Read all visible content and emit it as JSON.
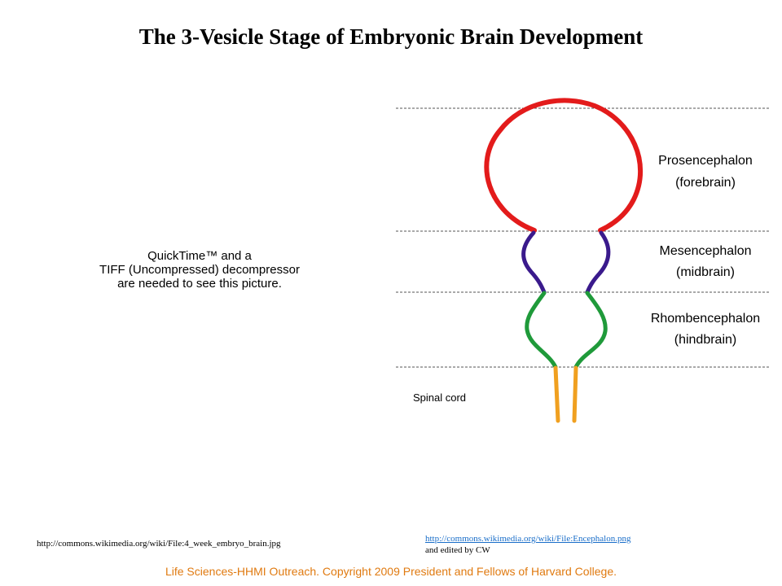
{
  "slide": {
    "title": "The 3-Vesicle Stage of Embryonic Brain Development",
    "placeholder_lines": [
      "QuickTime™ and a",
      "TIFF (Uncompressed) decompressor",
      "are needed to see this picture."
    ],
    "regions": [
      {
        "name": "Prosencephalon",
        "common": "(forebrain)",
        "color": "#e31b1b"
      },
      {
        "name": "Mesencephalon",
        "common": "(midbrain)",
        "color": "#3a1a8c"
      },
      {
        "name": "Rhombencephalon",
        "common": "(hindbrain)",
        "color": "#1f9a3a"
      },
      {
        "name": "Spinal cord",
        "color": "#f0a020"
      }
    ],
    "source_left": "http://commons.wikimedia.org/wiki/File:4_week_embryo_brain.jpg",
    "source_right_link": "http://commons.wikimedia.org/wiki/File:Encephalon.png",
    "source_right_note": "and edited by CW",
    "copyright": "Life Sciences-HHMI Outreach. Copyright 2009 President and Fellows of Harvard College.",
    "colors": {
      "divider": "#555555",
      "link": "#1a6ec9",
      "copyright": "#e07a10"
    }
  }
}
